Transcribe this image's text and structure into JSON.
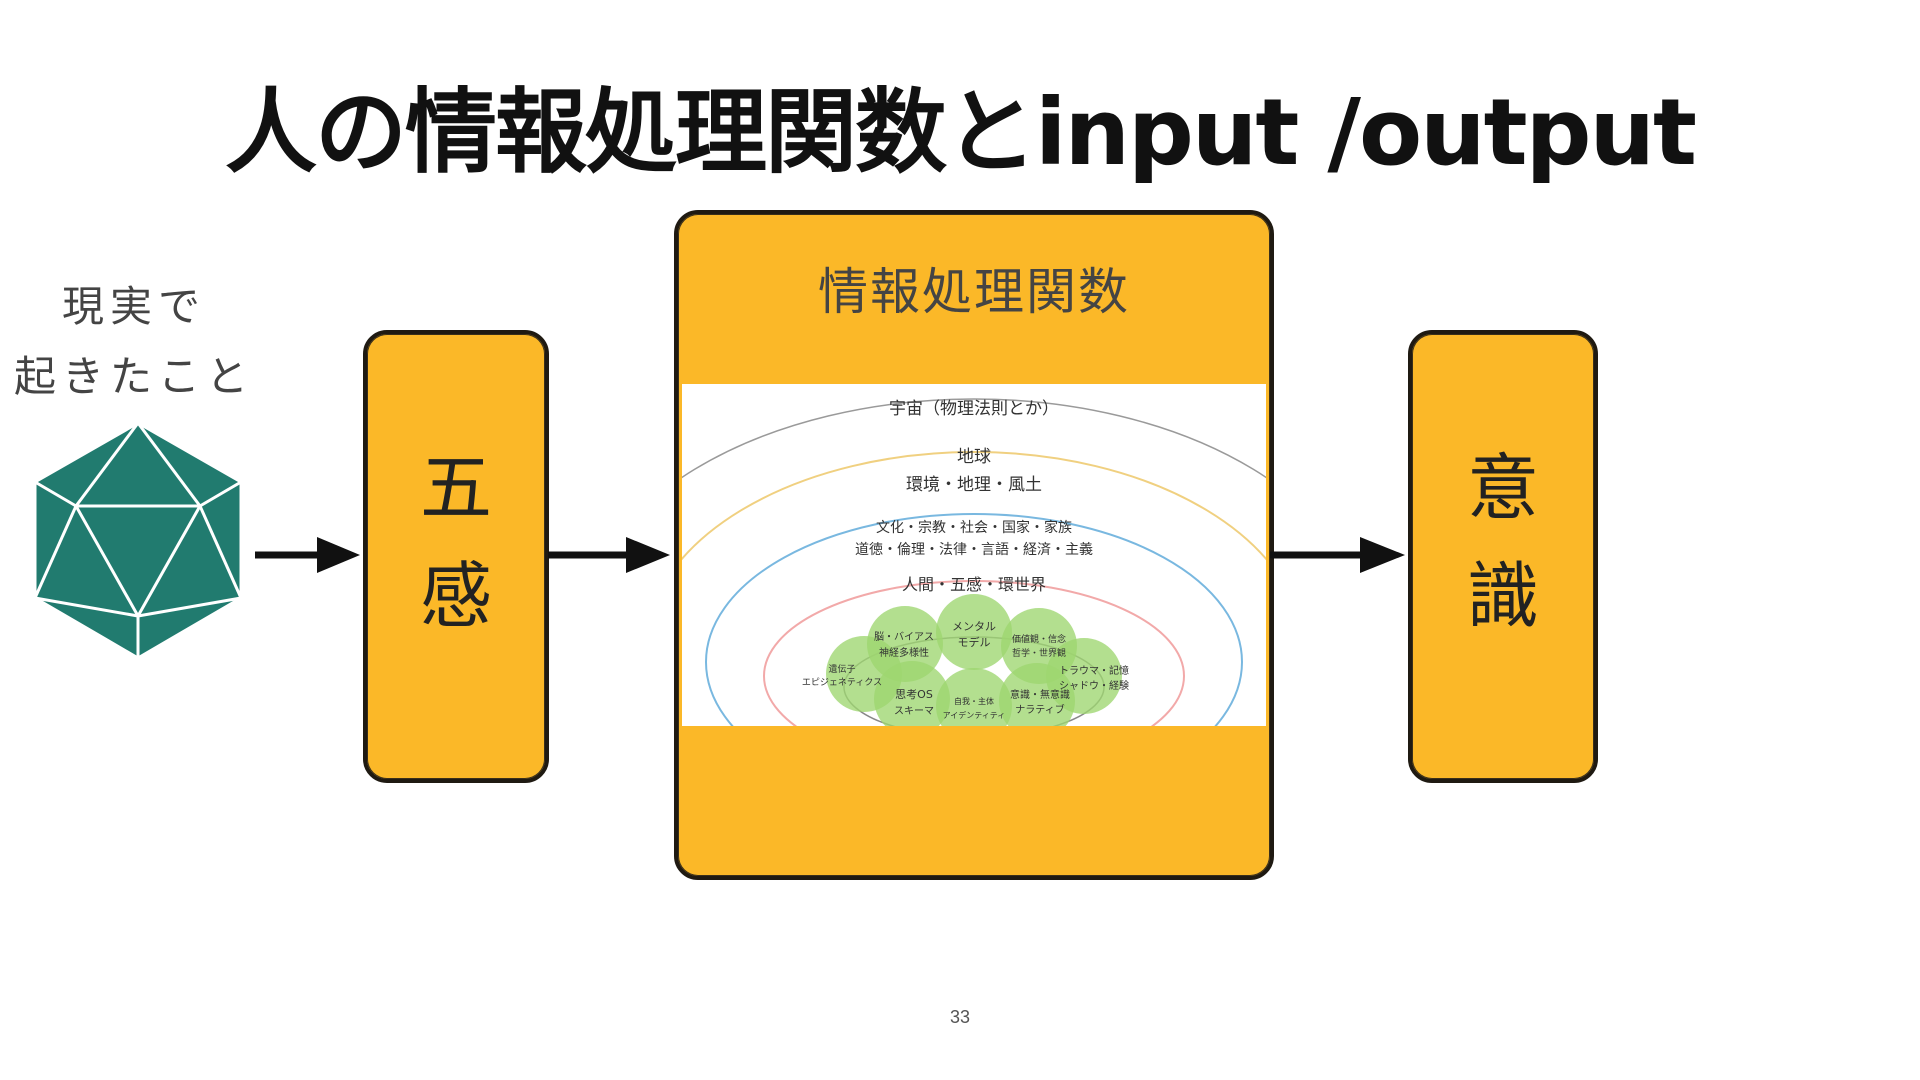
{
  "title": "人の情報処理関数とinput /output",
  "reality": {
    "line1": "現実で",
    "line2": "起きたこと"
  },
  "senses": {
    "char1": "五",
    "char2": "感"
  },
  "function": {
    "title": "情報処理関数",
    "layers": {
      "universe": "宇宙（物理法則とか）",
      "earth1": "地球",
      "earth2": "環境・地理・風土",
      "culture1": "文化・宗教・社会・国家・家族",
      "culture2": "道徳・倫理・法律・言語・経済・主義",
      "human": "人間・五感・環世界"
    },
    "circles": {
      "c1a": "遺伝子",
      "c1b": "エピジェネティクス",
      "c2a": "脳・バイアス",
      "c2b": "神経多様性",
      "c3a": "メンタル",
      "c3b": "モデル",
      "c4a": "価値観・信念",
      "c4b": "哲学・世界観",
      "c5a": "トラウマ・記憶",
      "c5b": "シャドウ・経験",
      "c6a": "思考OS",
      "c6b": "スキーマ",
      "c7a": "自我・主体",
      "c7b": "アイデンティティ",
      "c8a": "意識・無意識",
      "c8b": "ナラティブ"
    }
  },
  "consciousness": {
    "char1": "意",
    "char2": "識"
  },
  "page_number": "33",
  "colors": {
    "box": "#fbb828",
    "die": "#217b6f",
    "circles": "#9ed66f"
  }
}
